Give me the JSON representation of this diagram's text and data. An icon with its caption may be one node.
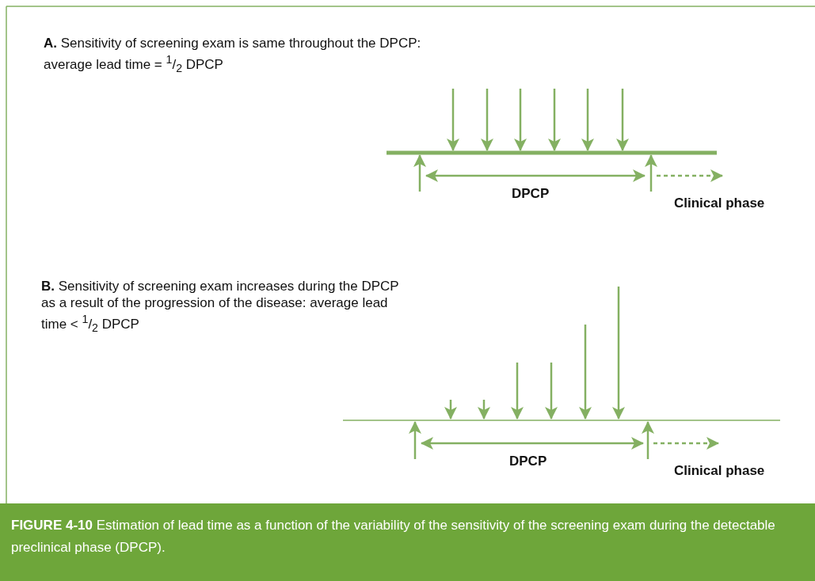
{
  "diagram": {
    "caption": "**FIGURE 4-10** Estimation of lead time as a function of the variability of the sensitivity of the screening exam during the detectable preclinical phase (DPCP).",
    "labels": [
      "**A.** Sensitivity of screening exam is same throughout the DPCP: average lead time = $^{1}$/$_{2}$ DPCP",
      "DPCP",
      "Clinical phase",
      "**B.** Sensitivity of screening exam increases during the DPCP as a result of the progression of the disease: average lead time < $^{1}$/$_{2}$ DPCP",
      "DPCP",
      "Clinical phase"
    ]
  }
}
